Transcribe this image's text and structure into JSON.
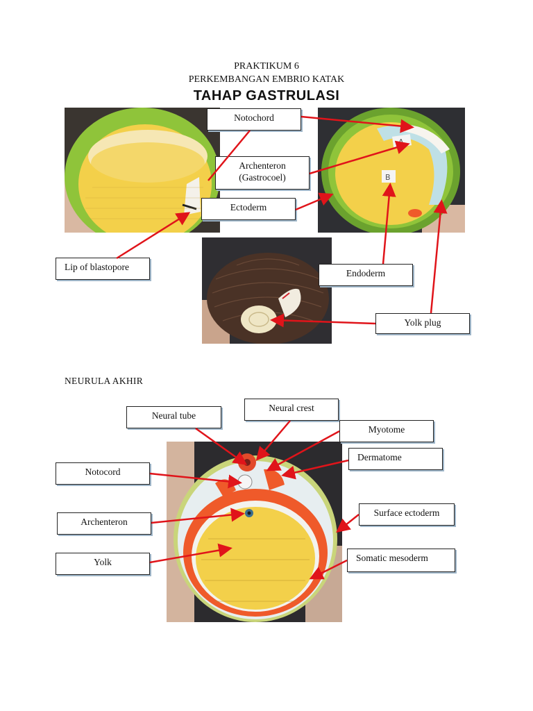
{
  "header": {
    "line1": "PRAKTIKUM 6",
    "line2": "PERKEMBANGAN EMBRIO KATAK",
    "line3": "TAHAP GASTRULASI"
  },
  "gastrula_labels": {
    "notochord": "Notochord",
    "archenteron_1": "Archenteron",
    "archenteron_2": "(Gastrocoel)",
    "ectoderm": "Ectoderm",
    "lip_blastopore": "Lip of blastopore",
    "endoderm": "Endoderm",
    "yolk_plug": "Yolk plug"
  },
  "model_marks": {
    "a": "A",
    "b": "B"
  },
  "section": {
    "title": "NEURULA AKHIR"
  },
  "neurula_labels": {
    "neural_tube": "Neural tube",
    "neural_crest": "Neural crest",
    "myotome": "Myotome",
    "dermatome": "Dermatome",
    "notocord": "Notocord",
    "archenteron": "Archenteron",
    "surface_ectoderm": "Surface ectoderm",
    "yolk": "Yolk",
    "somatic_mesoderm": "Somatic mesoderm"
  },
  "colors": {
    "arrow": "#e0141a",
    "yolk": "#f3d04a",
    "ectoderm_green": "#8fc43a",
    "mesoderm_orange": "#ef5a2a",
    "embryo_brown": "#4a3226"
  }
}
